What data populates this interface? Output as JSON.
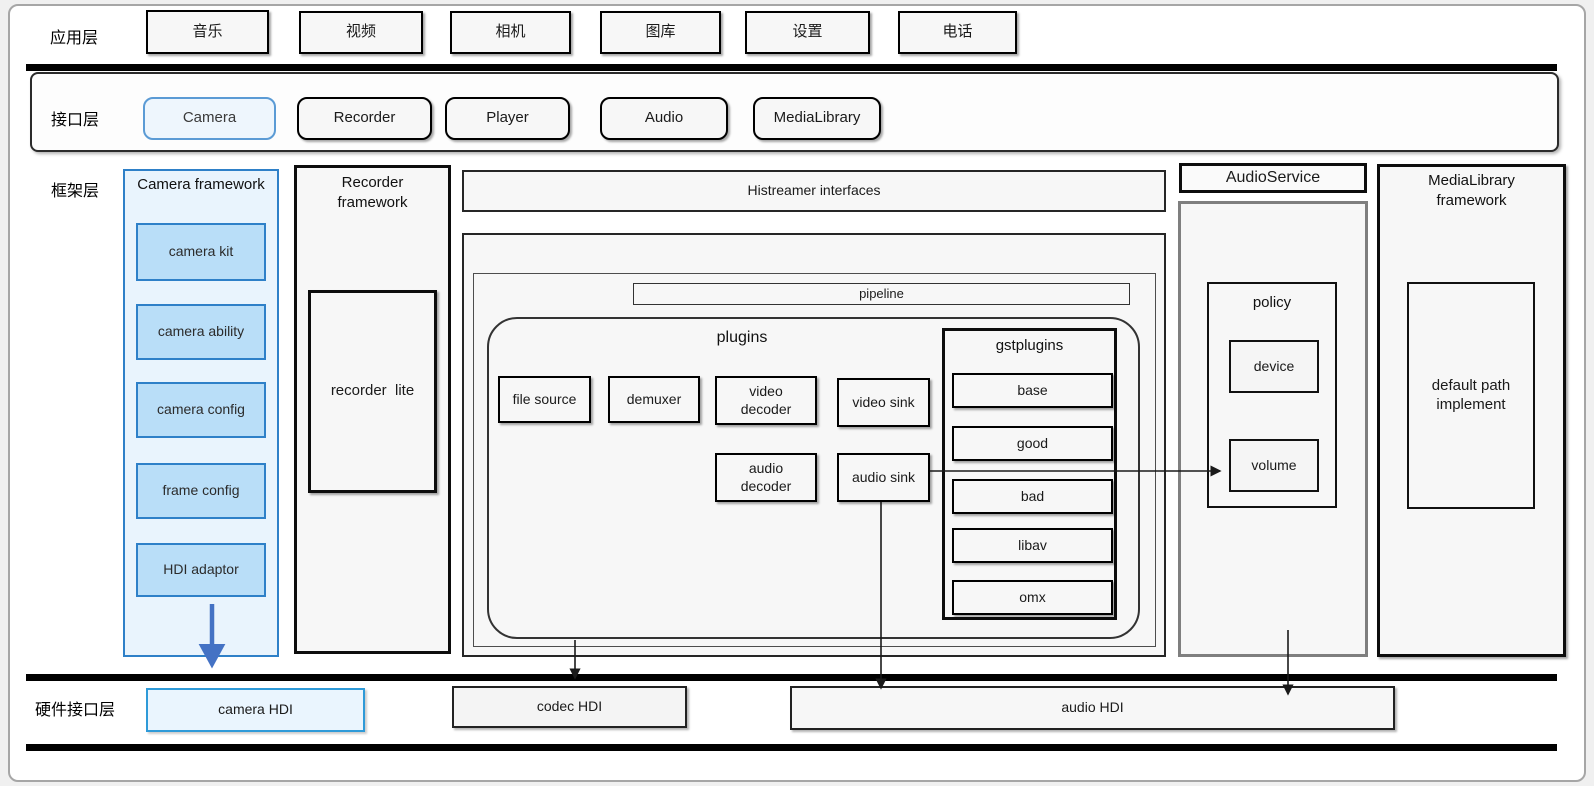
{
  "app_layer": {
    "label": "应用层",
    "apps": [
      "音乐",
      "视频",
      "相机",
      "图库",
      "设置",
      "电话"
    ]
  },
  "interface_layer": {
    "label": "接口层",
    "apis": [
      "Camera",
      "Recorder",
      "Player",
      "Audio",
      "MediaLibrary"
    ]
  },
  "framework_layer": {
    "label": "框架层",
    "camera_framework": {
      "title": "Camera framework",
      "modules": [
        "camera kit",
        "camera ability",
        "camera config",
        "frame config",
        "HDI adaptor"
      ]
    },
    "recorder_framework": {
      "title": "Recorder framework",
      "module": "recorder  lite"
    },
    "histreamer": {
      "interfaces_title": "Histreamer interfaces",
      "pipeline_label": "pipeline",
      "plugins_title": "plugins",
      "plugin_boxes": [
        "file source",
        "demuxer",
        "video decoder",
        "video sink",
        "audio decoder",
        "audio sink"
      ],
      "gstplugins_title": "gstplugins",
      "gstplugin_items": [
        "base",
        "good",
        "bad",
        "libav",
        "omx"
      ]
    },
    "audio_service": {
      "title": "AudioService",
      "policy_title": "policy",
      "policy_items": [
        "device",
        "volume"
      ]
    },
    "media_library": {
      "title": "MediaLibrary framework",
      "module": "default path implement"
    }
  },
  "hardware_layer": {
    "label": "硬件接口层",
    "hdis": [
      "camera HDI",
      "codec HDI",
      "audio HDI"
    ]
  },
  "colors": {
    "blue_border": "#2e80c8",
    "blue_module_fill": "#b9def8",
    "blue_frame_fill": "#e9f4fd",
    "camera_api_border": "#5b9bd5",
    "arrow_blue": "#4472c4",
    "arrow_black": "#1a1a1a"
  }
}
